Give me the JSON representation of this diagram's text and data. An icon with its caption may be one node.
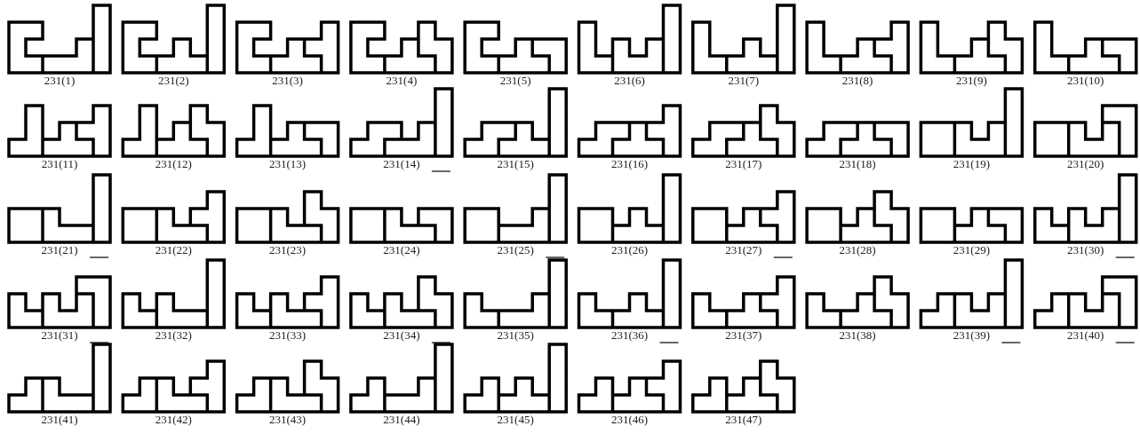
{
  "diagram": {
    "labels": [
      "231(1)",
      "231(2)",
      "231(3)",
      "231(4)",
      "231(5)",
      "231(6)",
      "231(7)",
      "231(8)",
      "231(9)",
      "231(10)",
      "231(11)",
      "231(12)",
      "231(13)",
      "231(14)",
      "231(15)",
      "231(16)",
      "231(17)",
      "231(18)",
      "231(19)",
      "231(20)",
      "231(21)",
      "231(22)",
      "231(23)",
      "231(24)",
      "231(25)",
      "231(26)",
      "231(27)",
      "231(28)",
      "231(29)",
      "231(30)",
      "231(31)",
      "231(32)",
      "231(33)",
      "231(34)",
      "231(35)",
      "231(36)",
      "231(37)",
      "231(38)",
      "231(39)",
      "231(40)",
      "231(41)",
      "231(42)",
      "231(43)",
      "231(44)",
      "231(45)",
      "231(46)",
      "231(47)"
    ]
  }
}
